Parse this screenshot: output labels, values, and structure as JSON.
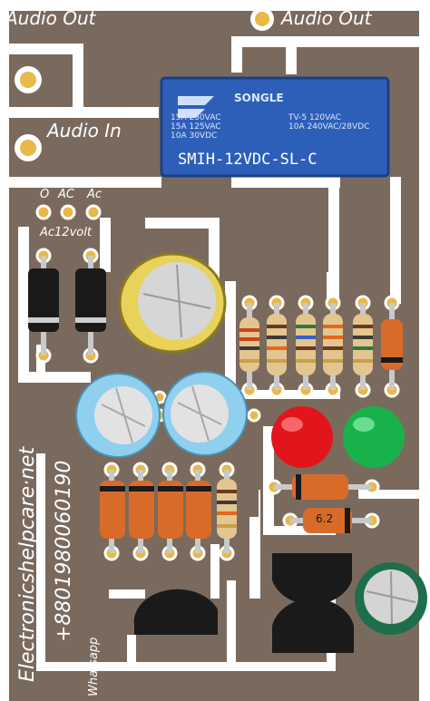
{
  "labels": {
    "audio_out_left": "Audio Out",
    "audio_out_right": "Audio Out",
    "audio_in": "Audio In",
    "o": "O",
    "ac1": "AC",
    "ac2": "Ac",
    "ac12volt": "Ac12volt"
  },
  "relay": {
    "brand": "SONGLE",
    "rating_left": "15A 250VAC\n15A 125VAC\n10A 30VDC",
    "rating_right": "TV-5 120VAC\n10A 240VAC/28VDC",
    "model": "SMIH-12VDC-SL-C"
  },
  "zener_label": "6.2",
  "watermark": {
    "site": "Electronicshelpcare·net",
    "phone": "+8801980060190",
    "whatsapp": "Whatsapp"
  },
  "colors": {
    "board": "#7a6a5e",
    "trace": "#ffffff",
    "pad": "#e8b84a",
    "relay": "#2e5fb8",
    "led_red": "#e3151c",
    "led_green": "#18b24a",
    "cap_gold": "#e9d25a",
    "cap_blue": "#8fd0ef",
    "cap_green": "#1f6e4b"
  }
}
